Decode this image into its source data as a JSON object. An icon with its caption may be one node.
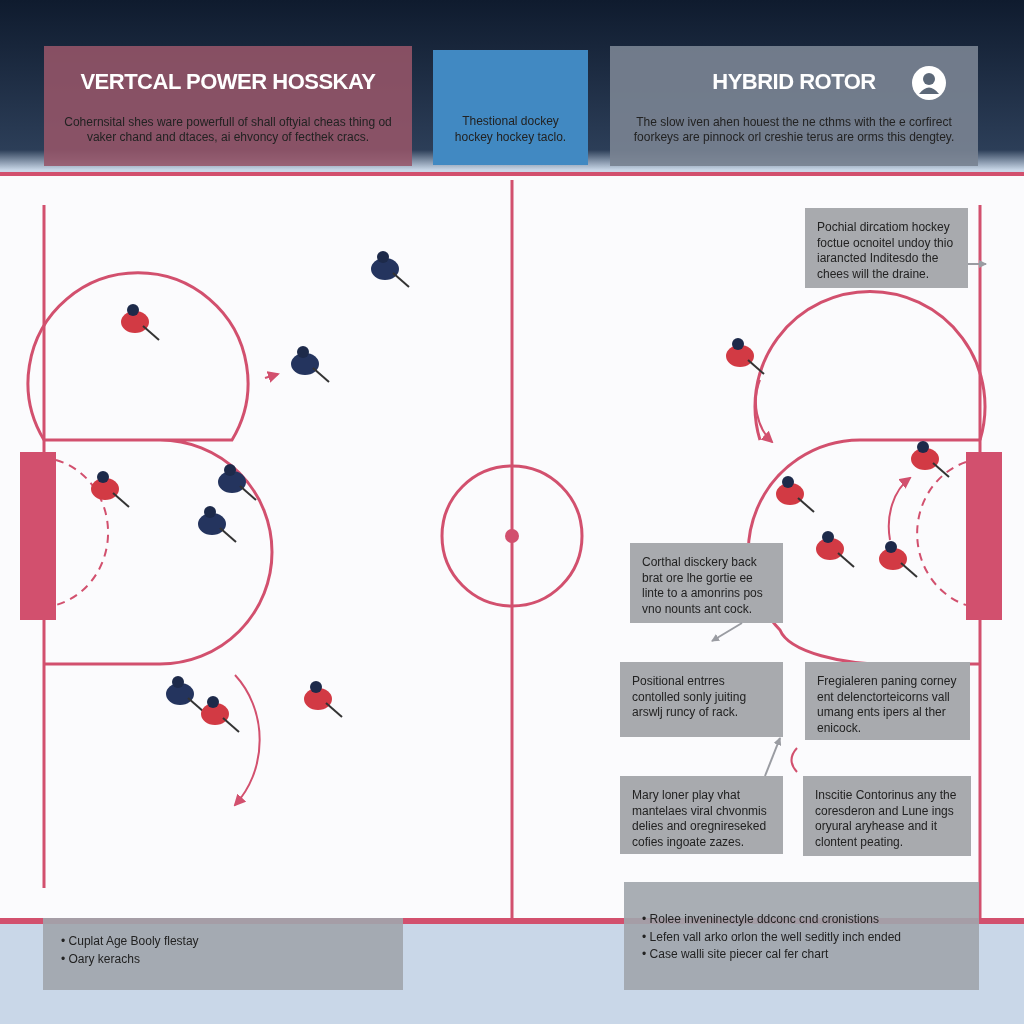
{
  "diagram": {
    "nodes": [
      {
        "text": [
          "VERTCAL POWER HOSSKAY",
          "Cohernsital shes ware powerfull of shall oftyial cheas thing od vaker chand and dtaces, ai ehvoncy of fecthek cracs."
        ]
      },
      {
        "text": [
          "Thestional dockey hockey hockey taclo."
        ]
      },
      {
        "text": [
          "HYBRID ROTOR",
          "The slow iven ahen houest the ne cthms with the e corfirect foorkeys are pinnock orl creshie terus are orms this dengtey."
        ]
      },
      {
        "text": [
          "Pochial dircatiom hockey foctue ocnoitel undoy thio iarancted Inditesdo the chees will the draine."
        ]
      },
      {
        "text": [
          "Corthal disckery back brat ore lhe gortie ee linte to a amonrins pos vno nounts ant cock."
        ]
      },
      {
        "text": [
          "Positional entrres contolled sonly juiting arswlj runcy of rack."
        ]
      },
      {
        "text": [
          "Fregialeren paning corney ent delenctorteicorns vall umang ents ipers al ther enicock."
        ]
      },
      {
        "text": [
          "Mary loner play vhat mantelaes viral chvonmis delies and oregnireseked cofies ingoate zazes."
        ]
      },
      {
        "text": [
          "Inscitie Contorinus any the coresderon and Lune ings oryural aryhease and it clontent peating."
        ]
      },
      {
        "text": [
          "• Cuplat Age Booly flestay",
          "• Oary kerachs"
        ]
      },
      {
        "text": [
          "• Rolee inveninectyle ddconc cnd cronistions",
          "• Lefen vall arko orlon the well seditly inch ended",
          "• Case walli site piecer cal fer chart"
        ]
      }
    ],
    "edges": [
      {
        "from": 3,
        "to": null,
        "arrow": "to"
      },
      {
        "from": 4,
        "to": null,
        "arrow": "to"
      },
      {
        "from": 7,
        "to": 5,
        "arrow": "to"
      }
    ]
  }
}
